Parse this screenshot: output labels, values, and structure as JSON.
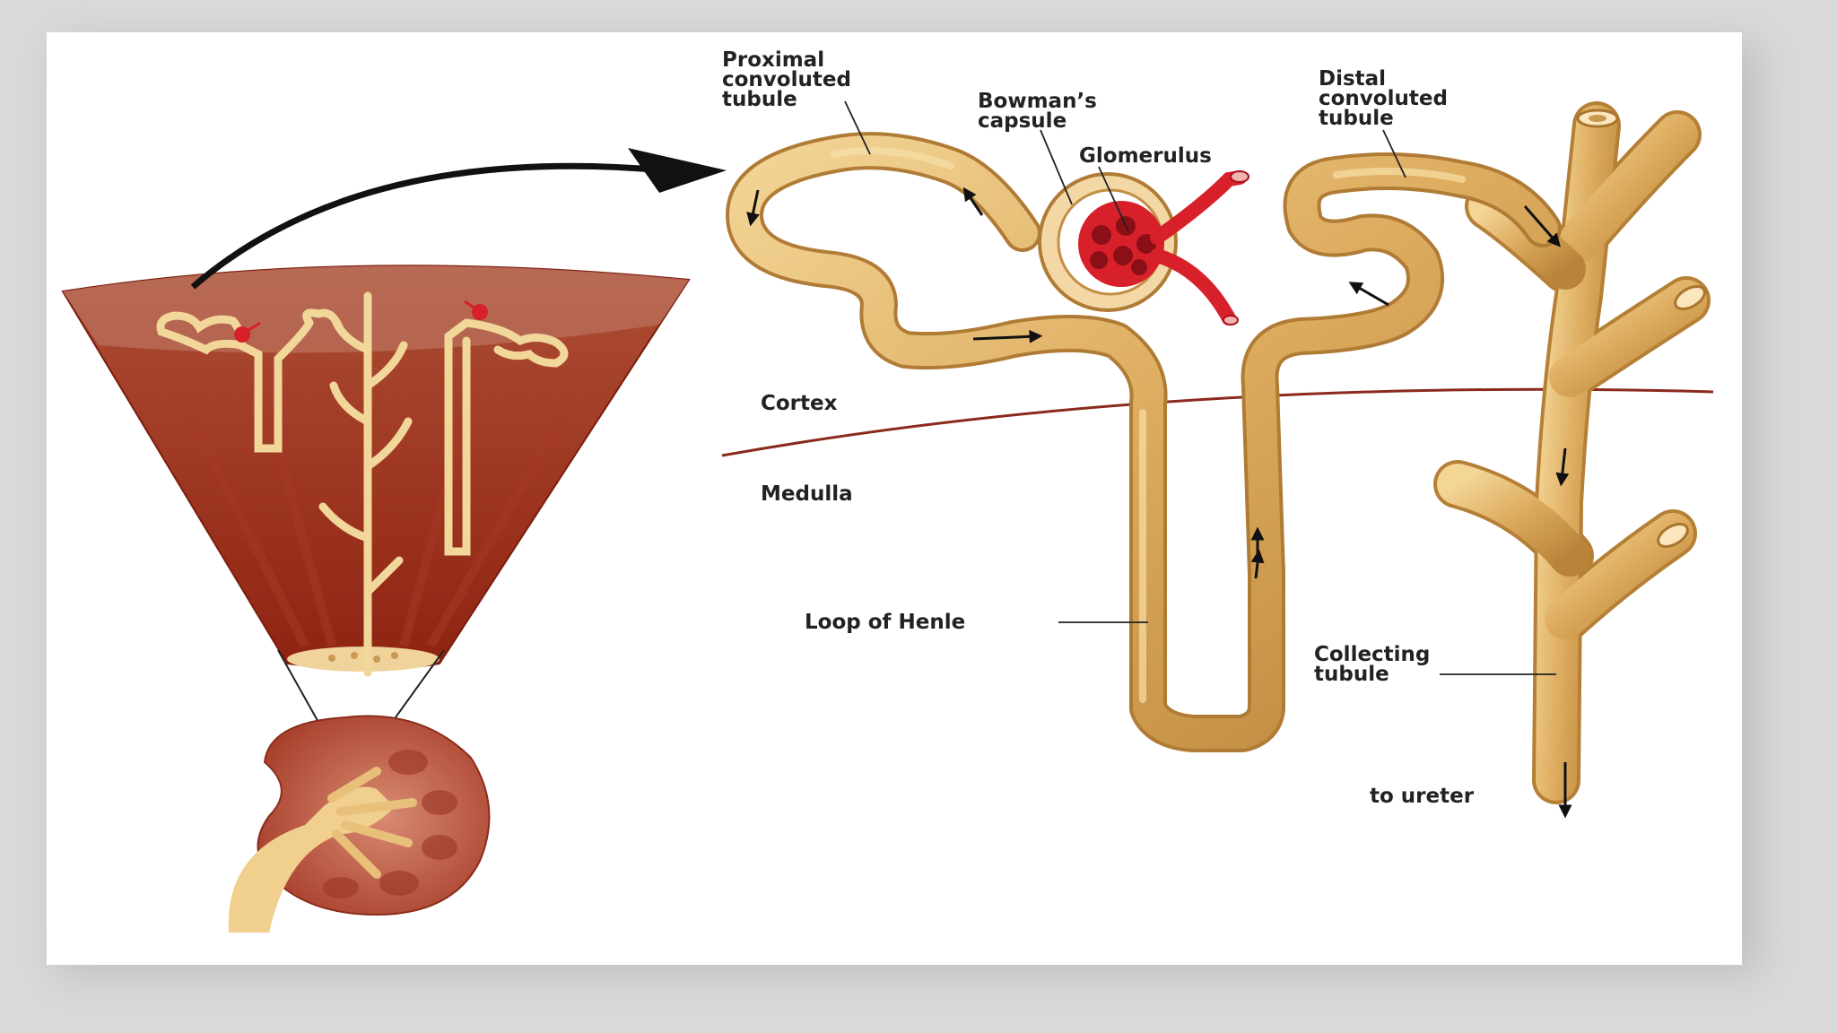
{
  "labels": {
    "proximal": [
      "Proximal",
      "convoluted",
      "tubule"
    ],
    "bowman": [
      "Bowman’s",
      "capsule"
    ],
    "glomerulus": "Glomerulus",
    "distal": [
      "Distal",
      "convoluted",
      "tubule"
    ],
    "cortex": "Cortex",
    "medulla": "Medulla",
    "henle": "Loop of Henle",
    "collecting": [
      "Collecting",
      "tubule"
    ],
    "ureter": "to ureter"
  },
  "colors": {
    "tubule": "#d9a85a",
    "tubule_light": "#f0cf8f",
    "tubule_dark": "#a8752e",
    "tissue_dark": "#992b17",
    "tissue_light": "#b75b44",
    "vessel": "#d8202b",
    "boundary": "#8b2a1c"
  }
}
